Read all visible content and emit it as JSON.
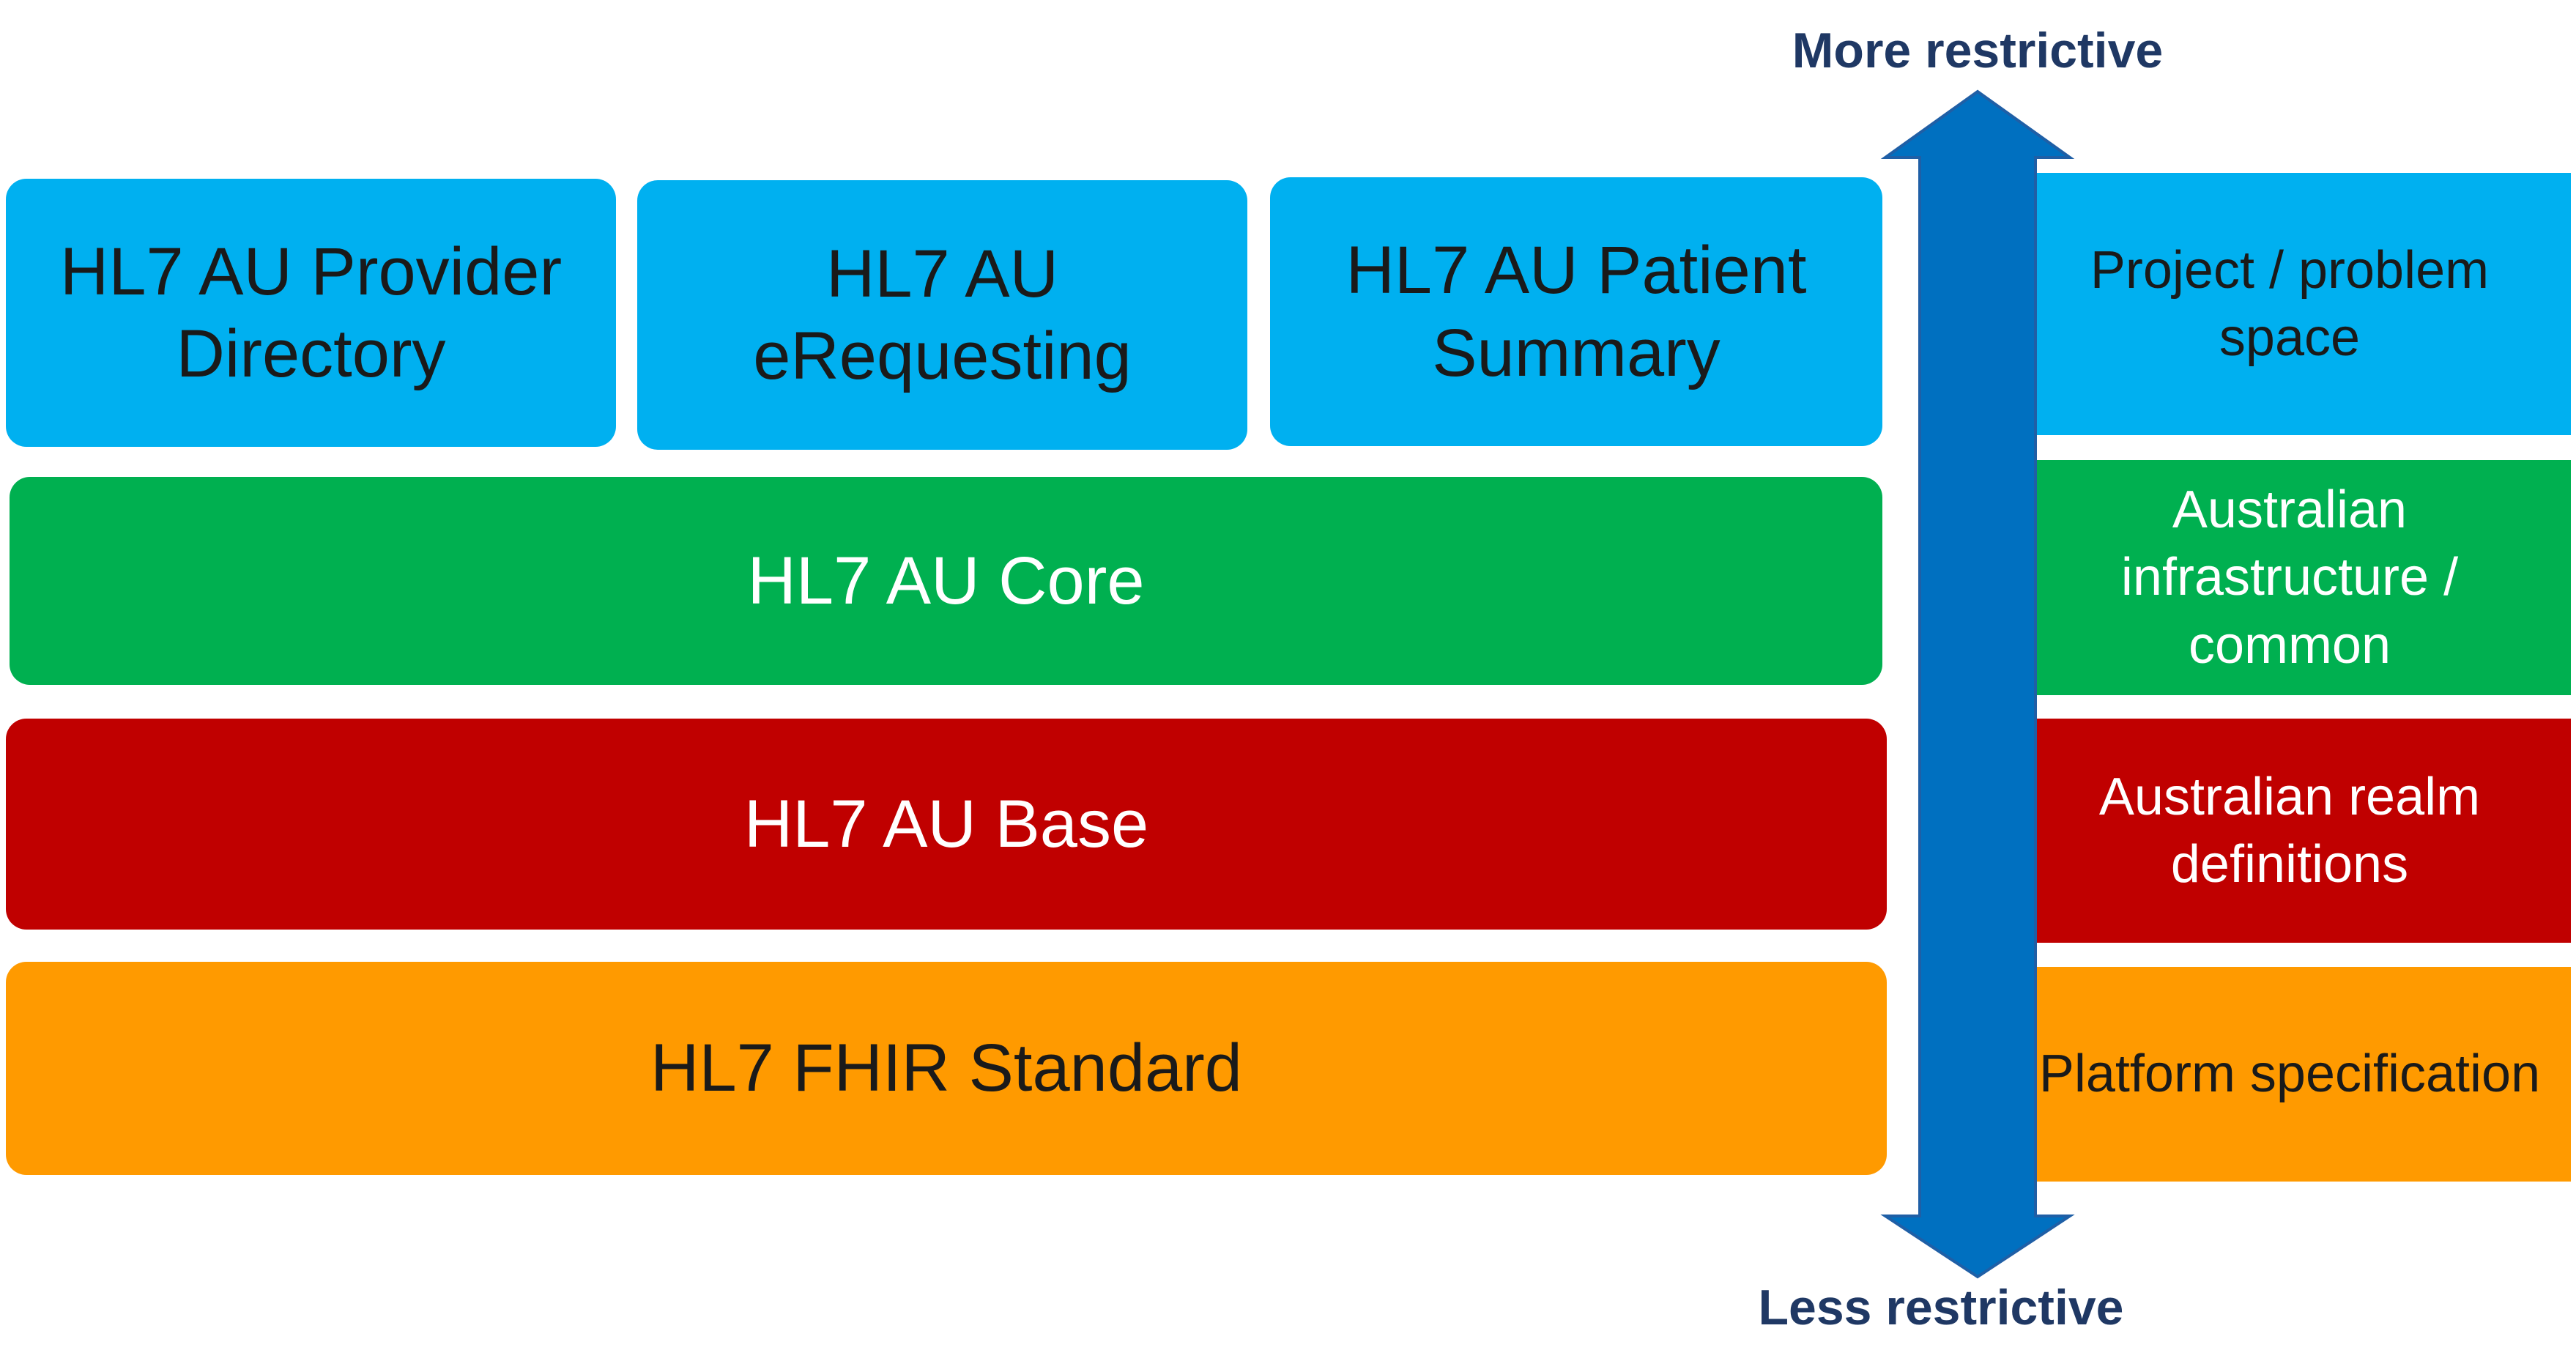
{
  "colors": {
    "project": "#00b0f0",
    "infrastructure": "#00b050",
    "realm": "#c00000",
    "platform": "#ff9a00",
    "arrow": "#0070c0",
    "axis_text": "#1f3864"
  },
  "implementation_guides": [
    {
      "line1": "HL7 AU Provider",
      "line2": "Directory"
    },
    {
      "line1": "HL7 AU",
      "line2": "eRequesting"
    },
    {
      "line1": "HL7 AU Patient",
      "line2": "Summary"
    }
  ],
  "layers": {
    "core": "HL7 AU Core",
    "base": "HL7 AU Base",
    "fhir": "HL7 FHIR Standard"
  },
  "descriptions": {
    "project": {
      "line1": "Project / problem",
      "line2": "space"
    },
    "infrastructure": {
      "line1": "Australian",
      "line2": "infrastructure /",
      "line3": "common"
    },
    "realm": {
      "line1": "Australian realm",
      "line2": "definitions"
    },
    "platform": "Platform specification"
  },
  "axis": {
    "top_label": "More restrictive",
    "bottom_label": "Less restrictive"
  }
}
